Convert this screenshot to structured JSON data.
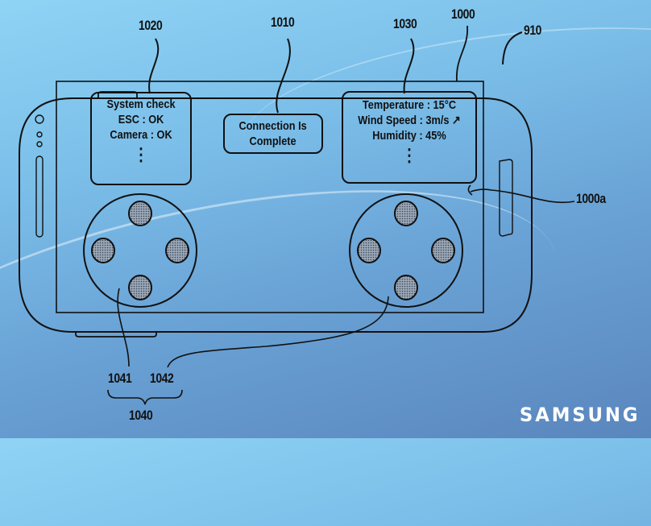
{
  "figure": {
    "labels": {
      "device": "910",
      "screen": "1000",
      "screen_region": "1000a",
      "connection_box": "1010",
      "system_box": "1020",
      "weather_box": "1030",
      "controller_group": "1040",
      "left_controller": "1041",
      "right_controller": "1042"
    },
    "system_box": {
      "title": "System check",
      "lines": [
        "ESC : OK",
        "Camera : OK"
      ],
      "ellipsis": "⋮"
    },
    "connection_box": {
      "lines": [
        "Connection Is",
        "Complete"
      ]
    },
    "weather_box": {
      "lines": [
        "Temperature : 15°C",
        "Wind Speed : 3m/s ↗",
        "Humidity : 45%"
      ],
      "ellipsis": "⋮"
    },
    "controllers": [
      {
        "name": "left",
        "buttons": [
          "up",
          "left",
          "right",
          "down"
        ]
      },
      {
        "name": "right",
        "buttons": [
          "up",
          "left",
          "right",
          "down"
        ]
      }
    ]
  },
  "brand": {
    "logo_text": "SAMSUNG"
  }
}
